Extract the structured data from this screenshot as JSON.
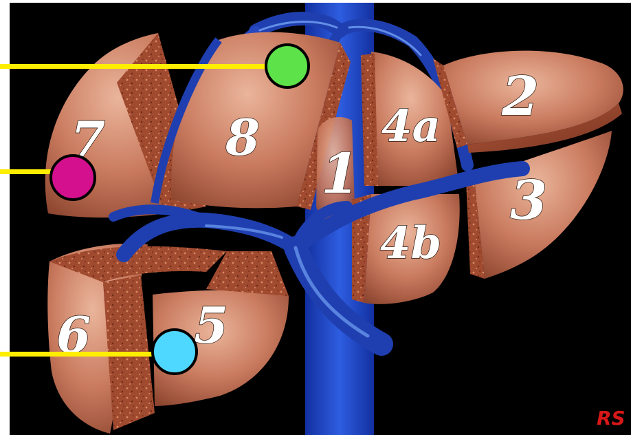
{
  "segments": {
    "s1": "1",
    "s2": "2",
    "s3": "3",
    "s4a": "4a",
    "s4b": "4b",
    "s5": "5",
    "s6": "6",
    "s7": "7",
    "s8": "8"
  },
  "signature": "RS",
  "markers": [
    {
      "id": "green",
      "color": "#5de24a"
    },
    {
      "id": "magenta",
      "color": "#d5108e"
    },
    {
      "id": "cyan",
      "color": "#4fd8ff"
    }
  ],
  "colors": {
    "background": "#000000",
    "frame": "#ffffff",
    "leader_line": "#ffee00",
    "liver": "#c97a5e",
    "liver_highlight": "#e7b39a",
    "parenchyma_cut": "#9a4a32",
    "vessel": "#1f3fb0",
    "vessel_highlight": "#6fa6ff"
  }
}
